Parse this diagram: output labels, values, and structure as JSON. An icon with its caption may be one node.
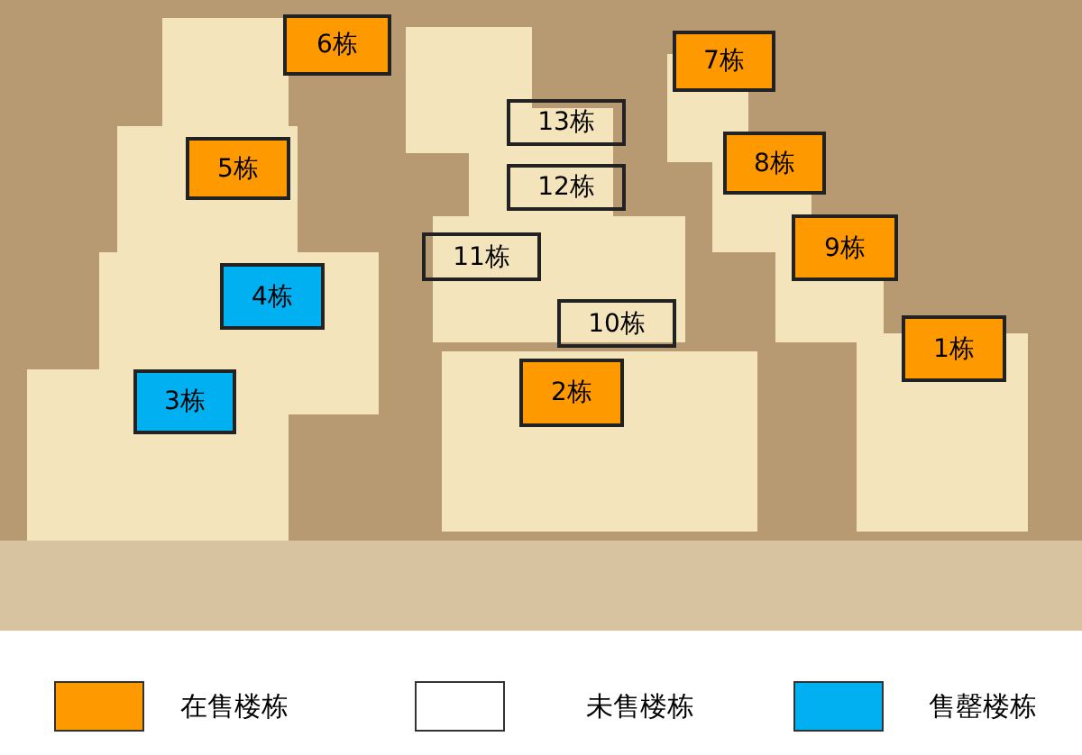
{
  "diagram": {
    "nodes": [
      {
        "text": [
          "6栋"
        ]
      },
      {
        "text": [
          "7栋"
        ]
      },
      {
        "text": [
          "13栋"
        ]
      },
      {
        "text": [
          "5栋"
        ]
      },
      {
        "text": [
          "8栋"
        ]
      },
      {
        "text": [
          "12栋"
        ]
      },
      {
        "text": [
          "9栋"
        ]
      },
      {
        "text": [
          "11栋"
        ]
      },
      {
        "text": [
          "4栋"
        ]
      },
      {
        "text": [
          "10栋"
        ]
      },
      {
        "text": [
          "1栋"
        ]
      },
      {
        "text": [
          "2栋"
        ]
      },
      {
        "text": [
          "3栋"
        ]
      }
    ],
    "legend": [
      {
        "text": "在售楼栋",
        "color": "#ff9900"
      },
      {
        "text": "未售楼栋",
        "color": "#ffffff"
      },
      {
        "text": "售罄楼栋",
        "color": "#00b0f0"
      }
    ]
  }
}
